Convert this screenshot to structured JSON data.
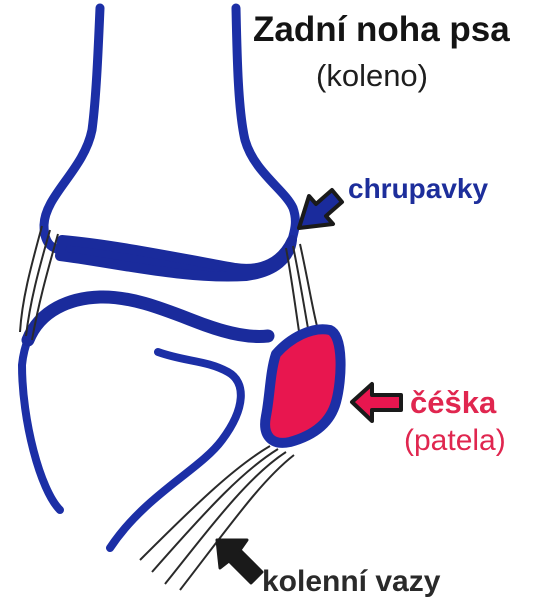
{
  "title": "Zadní noha psa",
  "subtitle": "(koleno)",
  "labels": {
    "cartilage": "chrupavky",
    "patella": "čéška",
    "patella_latin": "(patela)",
    "ligaments": "kolenní vazy"
  },
  "icons": {
    "cartilage_arrow": "arrow-down-left-icon",
    "patella_arrow": "arrow-left-icon",
    "ligaments_arrow": "arrow-up-left-icon"
  },
  "colors": {
    "bone_outline": "#1c2fa6",
    "cartilage_fill": "#1a2b9c",
    "patella_fill": "#e8164f",
    "patella_text": "#e0264f",
    "ligament": "#2a2a2a",
    "arrow": "#1a1a1a",
    "label_blue": "#1d2e9b"
  }
}
